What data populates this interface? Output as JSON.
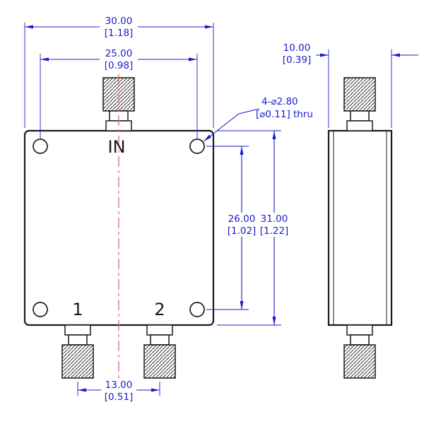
{
  "colors": {
    "outline": "#1a1a1a",
    "dimension": "#1c1ccd",
    "centerline": "#e87272"
  },
  "labels": {
    "port_in": "IN",
    "port_1": "1",
    "port_2": "2"
  },
  "dimensions": {
    "overall_width": {
      "mm": "30.00",
      "inch": "[1.18]"
    },
    "hole_spacing_horizontal": {
      "mm": "25.00",
      "inch": "[0.98]"
    },
    "side_thickness": {
      "mm": "10.00",
      "inch": "[0.39]"
    },
    "hole_note": {
      "line1": "4-⌀2.80",
      "line2": "[⌀0.11] thru"
    },
    "hole_spacing_vertical": {
      "mm": "26.00",
      "inch": "[1.02]"
    },
    "overall_height": {
      "mm": "31.00",
      "inch": "[1.22]"
    },
    "port_spacing": {
      "mm": "13.00",
      "inch": "[0.51]"
    }
  }
}
